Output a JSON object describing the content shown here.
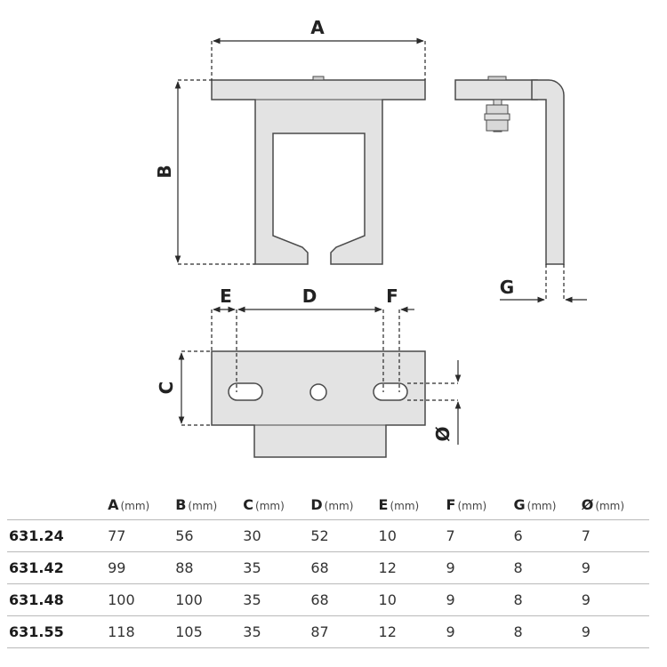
{
  "diagram": {
    "dimension_labels": {
      "a": "A",
      "b": "B",
      "c": "C",
      "d": "D",
      "e": "E",
      "f": "F",
      "g": "G",
      "dia": "Ø"
    },
    "colors": {
      "part_fill": "#e3e3e3",
      "stroke": "#4a4a4a",
      "dimension": "#2a2a2a"
    }
  },
  "table": {
    "unit": "(mm)",
    "columns": [
      "A",
      "B",
      "C",
      "D",
      "E",
      "F",
      "G",
      "Ø"
    ],
    "rows": [
      {
        "code": "631.24",
        "values": [
          "77",
          "56",
          "30",
          "52",
          "10",
          "7",
          "6",
          "7"
        ]
      },
      {
        "code": "631.42",
        "values": [
          "99",
          "88",
          "35",
          "68",
          "12",
          "9",
          "8",
          "9"
        ]
      },
      {
        "code": "631.48",
        "values": [
          "100",
          "100",
          "35",
          "68",
          "10",
          "9",
          "8",
          "9"
        ]
      },
      {
        "code": "631.55",
        "values": [
          "118",
          "105",
          "35",
          "87",
          "12",
          "9",
          "8",
          "9"
        ]
      }
    ]
  }
}
